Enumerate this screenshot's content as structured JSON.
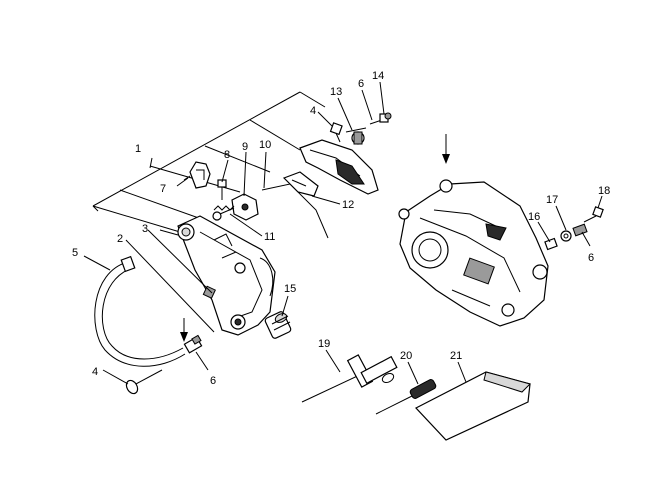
{
  "callouts": {
    "c1": "1",
    "c2": "2",
    "c3": "3",
    "c4a": "4",
    "c4b": "4",
    "c5": "5",
    "c6a": "6",
    "c6b": "6",
    "c6c": "6",
    "c7": "7",
    "c8": "8",
    "c9": "9",
    "c10": "10",
    "c11": "11",
    "c12": "12",
    "c13": "13",
    "c14": "14",
    "c15": "15",
    "c16": "16",
    "c17": "17",
    "c18": "18",
    "c19": "19",
    "c20": "20",
    "c21": "21"
  },
  "parts": [
    "cover",
    "fuel-line-hose",
    "chain-guard",
    "sprocket-cover",
    "washer",
    "spring",
    "tensioner-bracket",
    "adjust-rod",
    "tensioner-pin",
    "bolt",
    "nut",
    "bushing",
    "grommet",
    "combination-wrench",
    "screwdriver",
    "manual"
  ],
  "icons": {
    "install-arrow-left": "arrow-down-icon",
    "install-arrow-right": "arrow-down-icon"
  }
}
